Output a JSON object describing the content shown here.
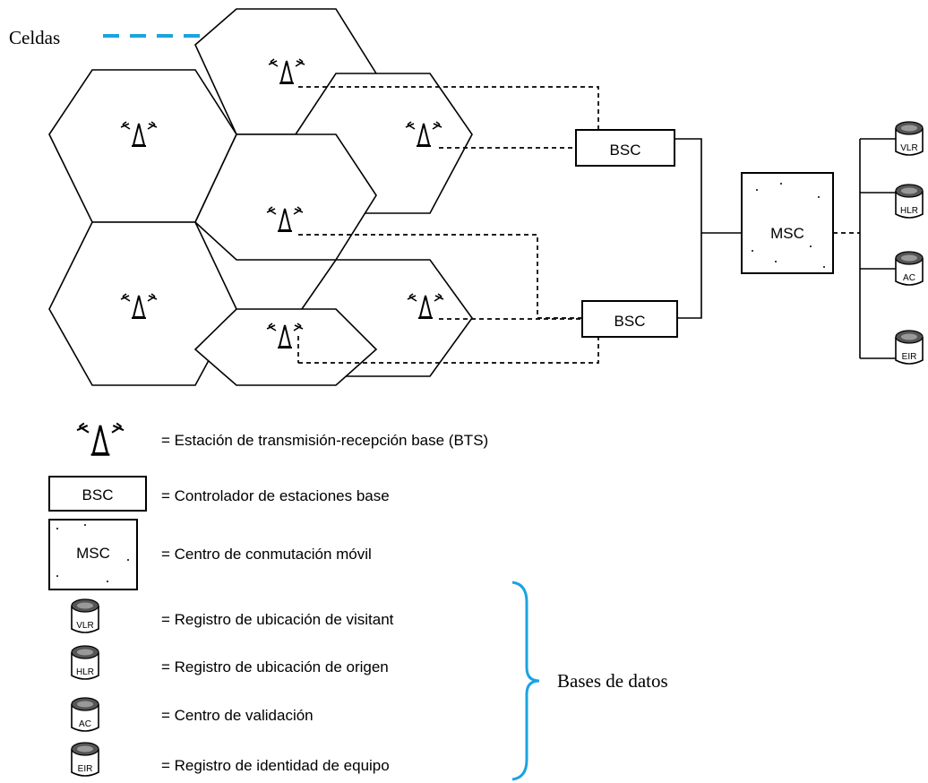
{
  "cells_label": "Celdas",
  "nodes": {
    "bsc_top": "BSC",
    "bsc_bottom": "BSC",
    "msc": "MSC",
    "db_vlr": "VLR",
    "db_hlr": "HLR",
    "db_ac": "AC",
    "db_eir": "EIR"
  },
  "legend": {
    "bts": "= Estación de transmisión-recepción base (BTS)",
    "bsc_box": "BSC",
    "bsc": "= Controlador de estaciones base",
    "msc_box": "MSC",
    "msc": "= Centro de conmutación móvil",
    "vlr_box": "VLR",
    "vlr": "= Registro de ubicación de visitant",
    "hlr_box": "HLR",
    "hlr": "= Registro de ubicación de origen",
    "ac_box": "AC",
    "ac": "= Centro de validación",
    "eir_box": "EIR",
    "eir": "= Registro de identidad de equipo"
  },
  "databases_label": "Bases de datos",
  "colors": {
    "annotation": "#1ba3e0",
    "lines": "#000000"
  },
  "icons": {
    "bts": "antenna-tower-icon",
    "database": "database-cylinder-icon"
  }
}
